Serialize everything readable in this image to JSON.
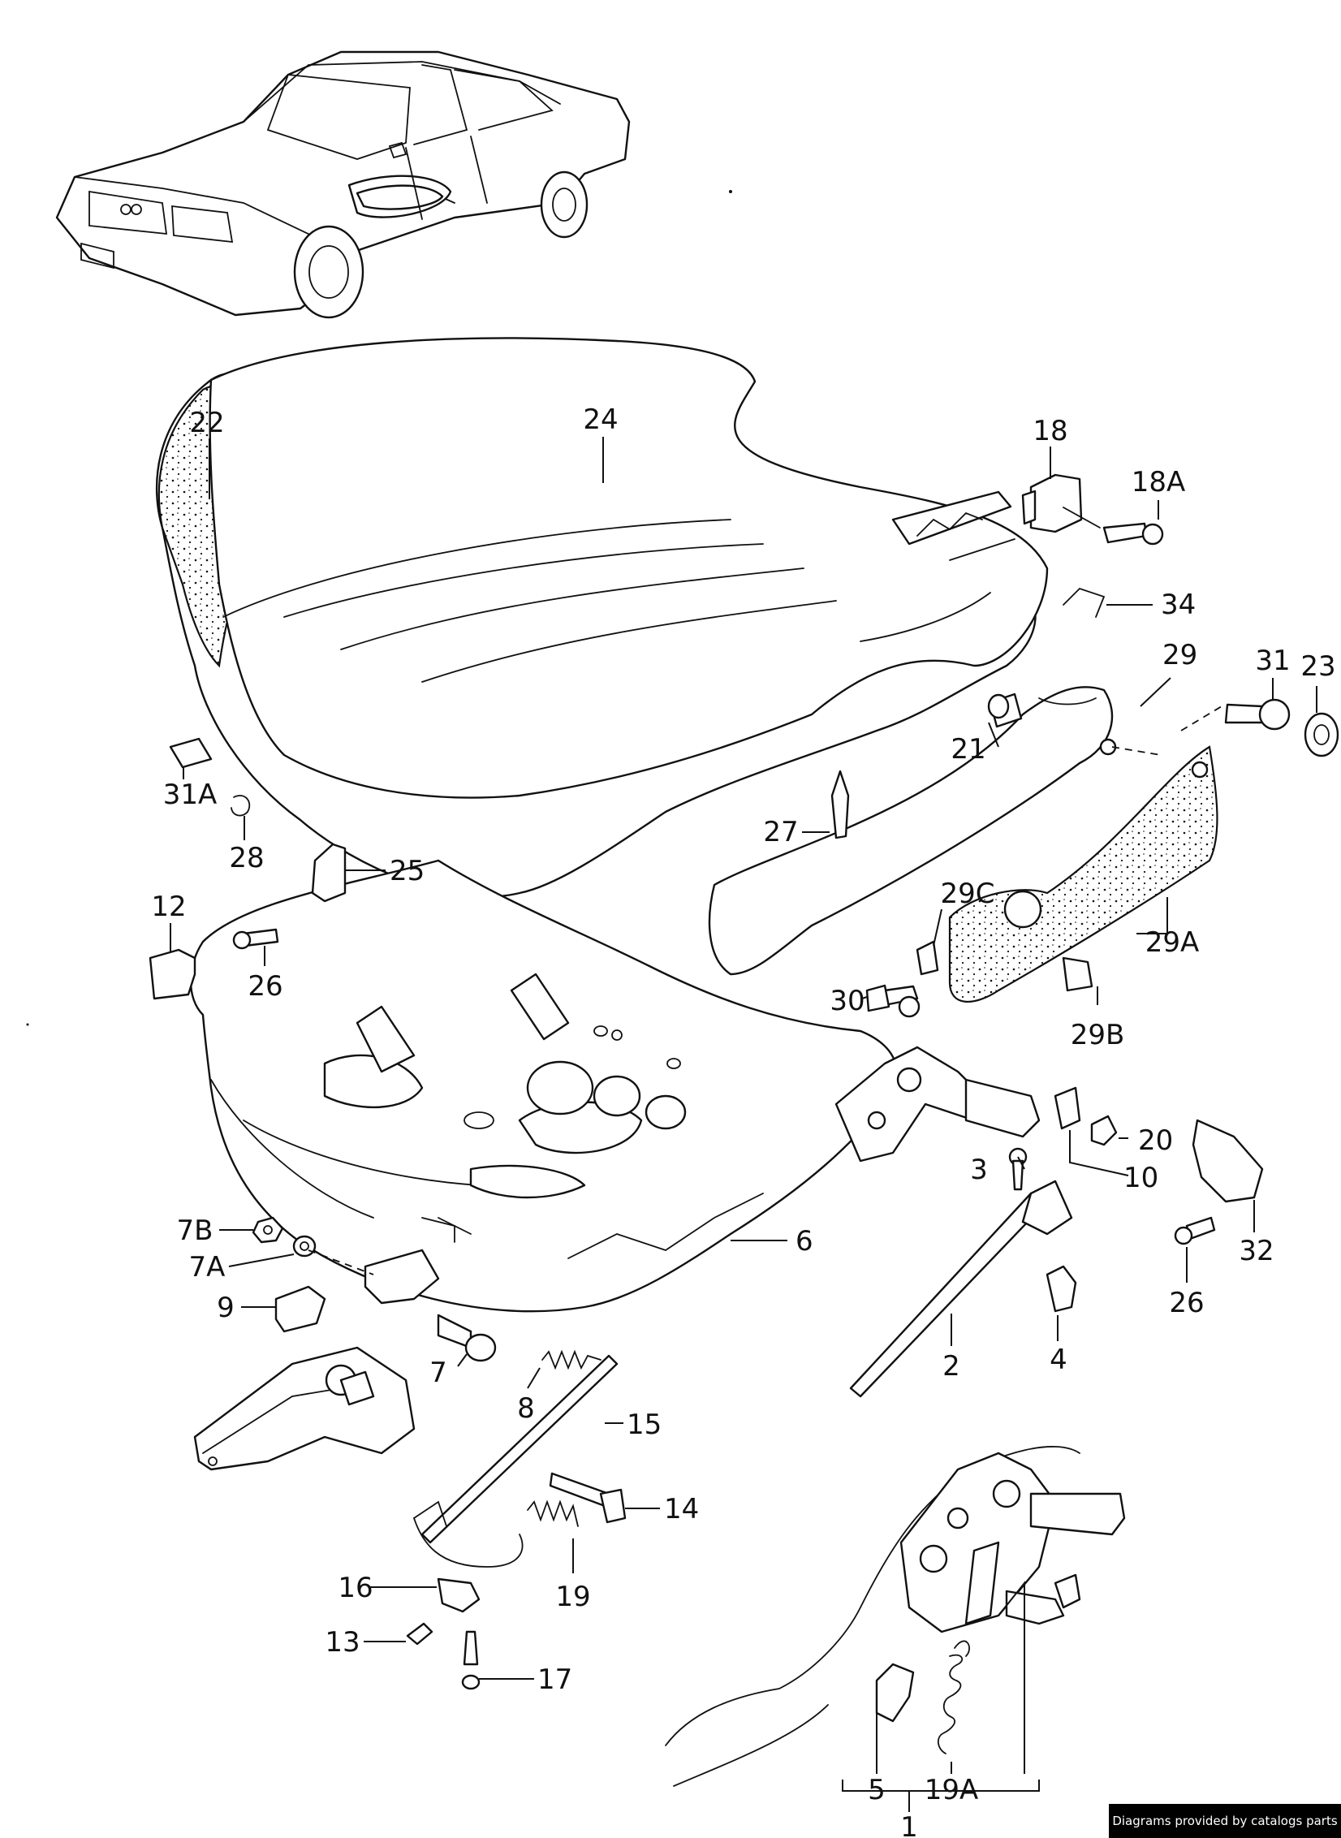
{
  "callouts": {
    "c1": "1",
    "c2": "2",
    "c3": "3",
    "c4": "4",
    "c5": "5",
    "c6": "6",
    "c7": "7",
    "c7A": "7A",
    "c7B": "7B",
    "c8": "8",
    "c9": "9",
    "c10": "10",
    "c12": "12",
    "c13": "13",
    "c14": "14",
    "c15": "15",
    "c16": "16",
    "c17": "17",
    "c18": "18",
    "c18A": "18A",
    "c19": "19",
    "c19A": "19A",
    "c20": "20",
    "c21": "21",
    "c22": "22",
    "c23": "23",
    "c24": "24",
    "c25": "25",
    "c26a": "26",
    "c26b": "26",
    "c27": "27",
    "c28": "28",
    "c29": "29",
    "c29A": "29A",
    "c29B": "29B",
    "c29C": "29C",
    "c30": "30",
    "c31": "31",
    "c31A": "31A",
    "c32": "32",
    "c34": "34"
  },
  "credit": "Diagrams provided by catalogs parts",
  "colors": {
    "line": "#111111",
    "background": "#ffffff",
    "credit_bg": "#000000",
    "credit_text": "#ffffff"
  }
}
